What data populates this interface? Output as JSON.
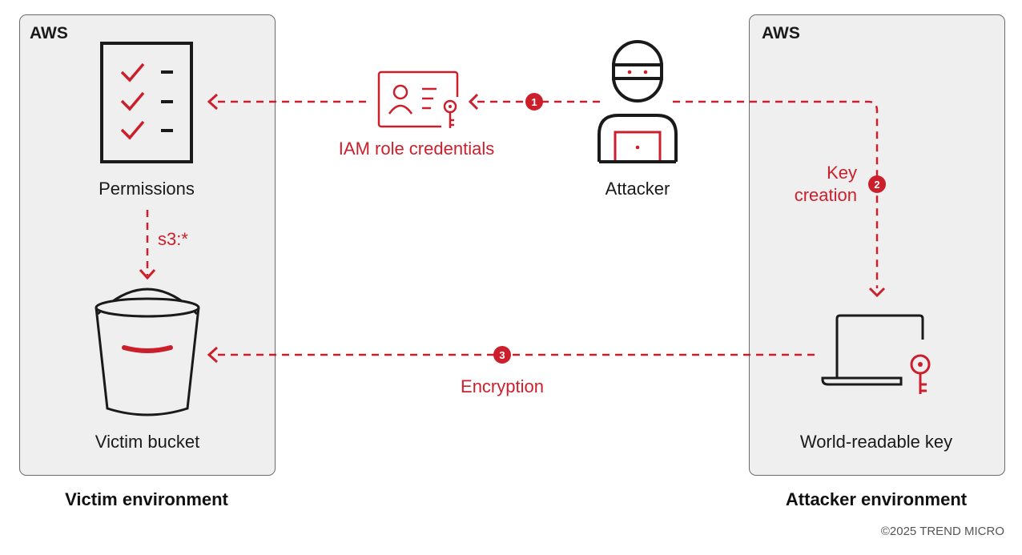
{
  "colors": {
    "accent": "#cc1f2c",
    "box_fill": "#efefef",
    "box_border": "#6b6b6b",
    "ink": "#1a1a1a"
  },
  "victim": {
    "aws_label": "AWS",
    "permissions_label": "Permissions",
    "policy_label": "s3:*",
    "bucket_label": "Victim bucket",
    "env_title": "Victim environment"
  },
  "attacker_env": {
    "aws_label": "AWS",
    "key_creation_label": "Key\ncreation",
    "key_label": "World-readable key",
    "env_title": "Attacker environment"
  },
  "middle": {
    "credentials_label": "IAM role credentials",
    "attacker_label": "Attacker",
    "encryption_label": "Encryption"
  },
  "steps": [
    "1",
    "2",
    "3"
  ],
  "icons": [
    "checklist-icon",
    "id-card-key-icon",
    "attacker-icon",
    "bucket-icon",
    "laptop-key-icon"
  ],
  "copyright": "©2025 TREND MICRO"
}
